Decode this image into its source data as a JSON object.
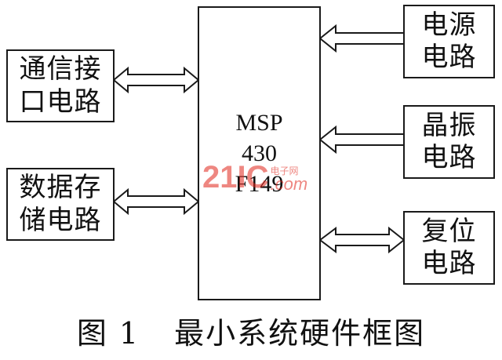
{
  "mcu": {
    "lines": [
      "MSP",
      "430",
      "F149"
    ]
  },
  "left_blocks": {
    "comm": [
      "通信接",
      "口电路"
    ],
    "storage": [
      "数据存",
      "储电路"
    ]
  },
  "right_blocks": {
    "power": [
      "电源",
      "电路"
    ],
    "crystal": [
      "晶振",
      "电路"
    ],
    "reset": [
      "复位",
      "电路"
    ]
  },
  "caption": {
    "figure_number": "图 1",
    "title": "最小系统硬件框图"
  },
  "watermark": {
    "digits": "21IC",
    "cn": "电子网",
    "com": ".com"
  }
}
